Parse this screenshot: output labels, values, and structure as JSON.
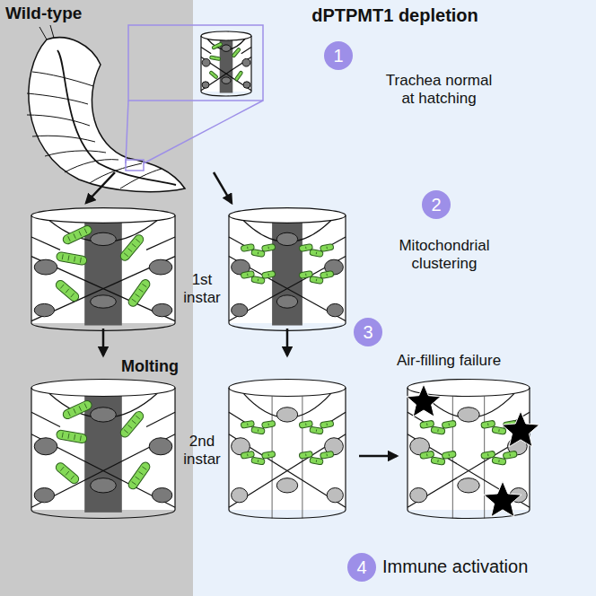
{
  "diagram": {
    "nodes": [
      {
        "text": [
          "1"
        ]
      },
      {
        "text": [
          "2"
        ]
      },
      {
        "text": [
          "3"
        ]
      },
      {
        "text": [
          "4"
        ]
      }
    ],
    "labels": [
      "Wild-type",
      "dPTPMT1 depletion",
      "Trachea normal at hatching",
      "Mitochondrial clustering",
      "1st instar",
      "Molting",
      "Air-filling failure",
      "2nd instar",
      "Immune activation"
    ]
  }
}
